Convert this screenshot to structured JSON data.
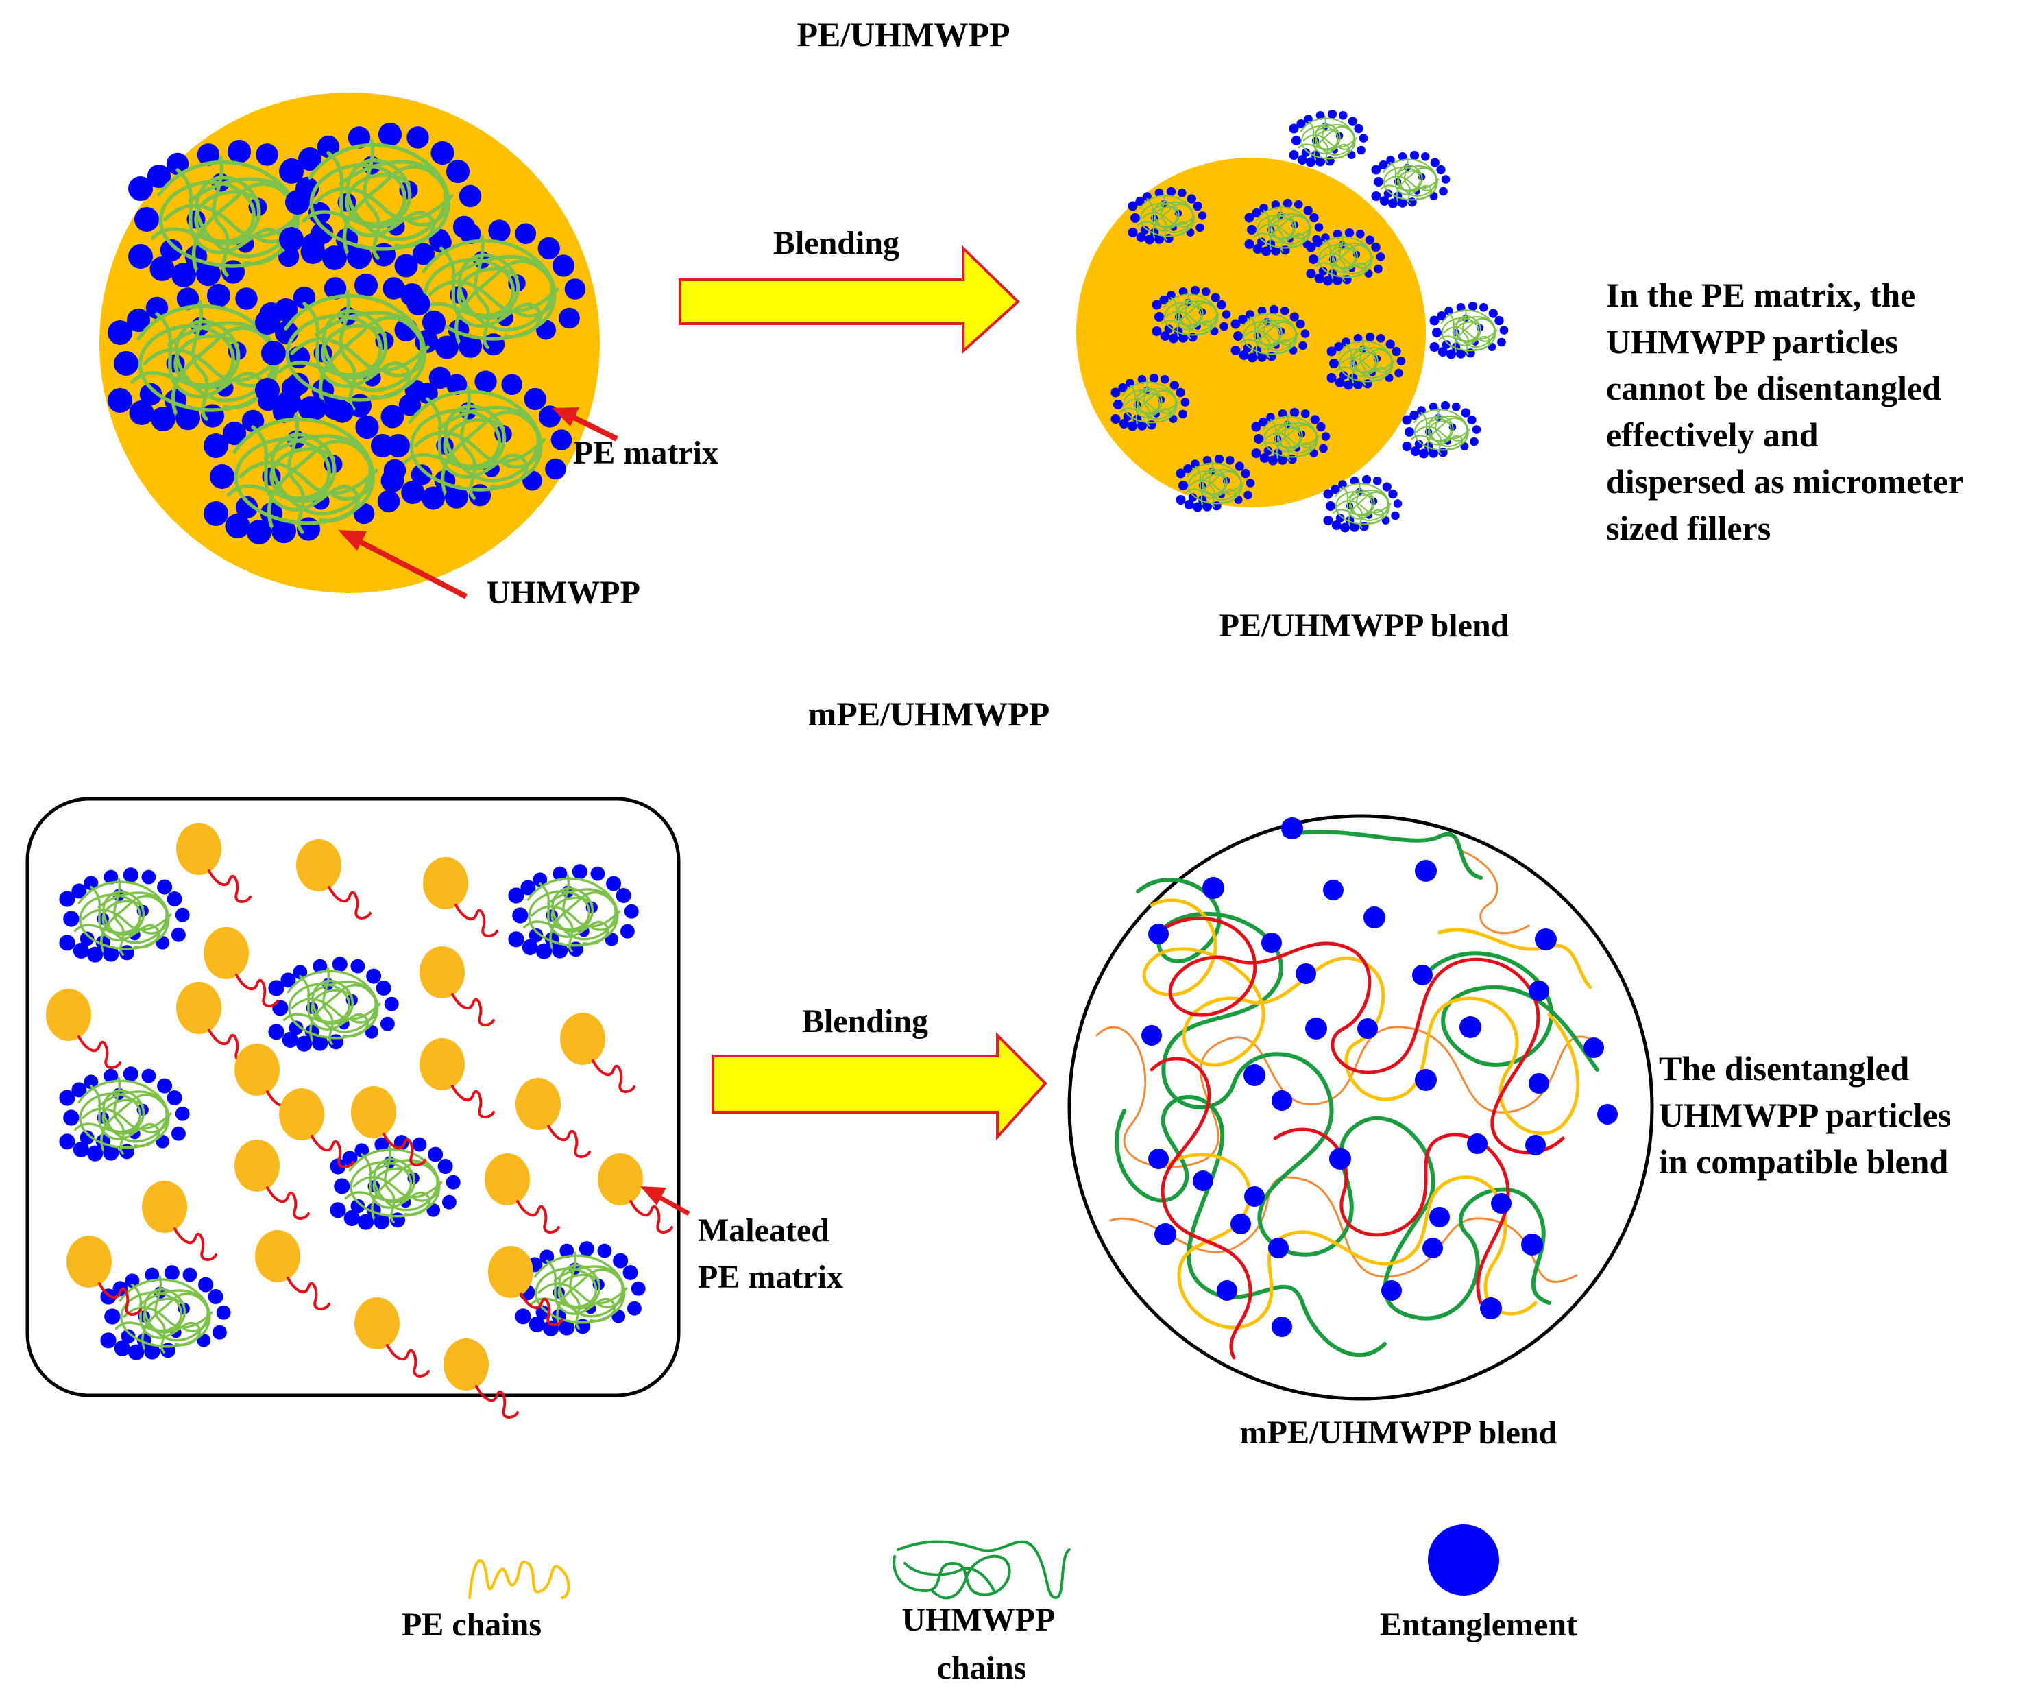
{
  "colors": {
    "pe_orange": "#FFC000",
    "pe_particle": "#F9B91E",
    "entanglement_blue": "#0000FF",
    "uhmwpp_green": "#7DC24B",
    "chain_green": "#1A9C3F",
    "chain_red": "#E2101A",
    "chain_yellow": "#FFC000",
    "chain_orange": "#F28A38",
    "arrow_fill": "#FFFF00",
    "arrow_stroke": "#E21B1B",
    "pointer_red": "#E21B1B"
  },
  "top_section": {
    "title": "PE/UHMWPP",
    "arrow_label": "Blending",
    "label_pe_matrix": "PE matrix",
    "label_uhmwpp": "UHMWPP",
    "result_label": "PE/UHMWPP blend",
    "description_lines": [
      "In the PE matrix, the",
      "UHMWPP particles",
      "cannot be  disentangled",
      "effectively and",
      "dispersed as micrometer",
      "sized fillers"
    ]
  },
  "bottom_section": {
    "title": "mPE/UHMWPP",
    "arrow_label": "Blending",
    "label_maleated_lines": [
      "Maleated",
      "PE matrix"
    ],
    "result_label": "mPE/UHMWPP blend",
    "description_lines": [
      "The disentangled",
      "UHMWPP  particles",
      "in compatible blend"
    ]
  },
  "legend": {
    "pe_chains": "PE chains",
    "uhmwpp_chains_lines": [
      "UHMWPP",
      "chains"
    ],
    "entanglement": "Entanglement"
  }
}
